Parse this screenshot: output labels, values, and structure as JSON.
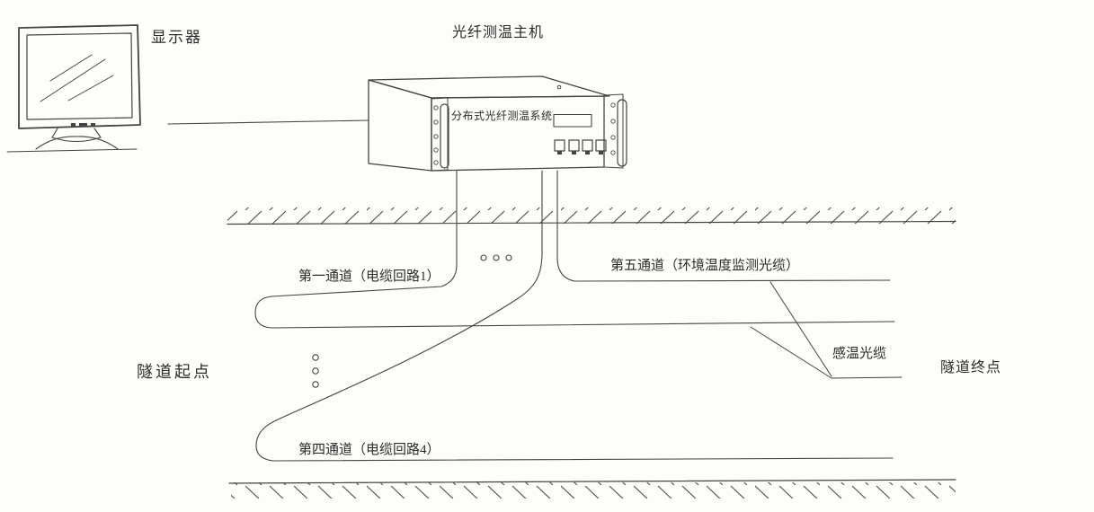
{
  "diagram": {
    "title": "光纤测温主机",
    "monitor": {
      "label": "显示器"
    },
    "host": {
      "front_label": "分布式光纤测温系统"
    },
    "channels": {
      "ch1": "第一通道（电缆回路1）",
      "ch4": "第四通道（电缆回路4）",
      "ch5": "第五通道（环境温度监测光缆）"
    },
    "sensing_cable_label": "感温光缆",
    "tunnel": {
      "start": "隧道起点",
      "end": "隧道终点"
    },
    "colors": {
      "ink": "#444444",
      "paper": "#fdfdfa"
    }
  }
}
